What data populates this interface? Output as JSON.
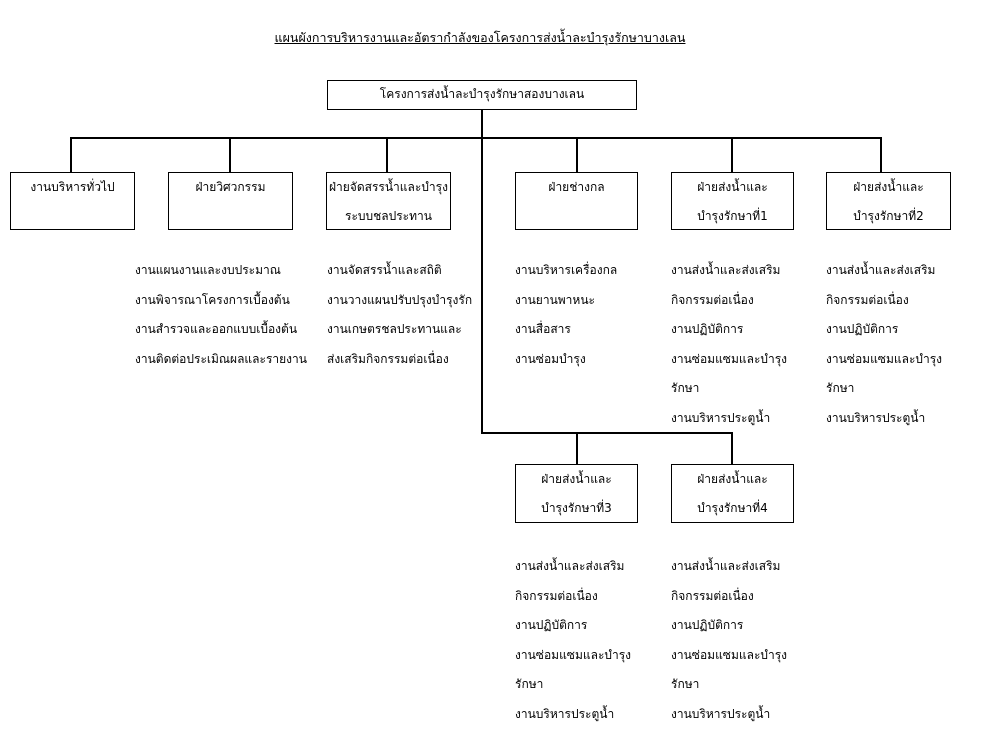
{
  "title": "แผนผังการบริหารงานและอัตรากำลังของโครงการส่งน้ำละบำรุงรักษาบางเลน",
  "root": "โครงการส่งน้ำละบำรุงรักษาสองบางเลน",
  "units": [
    {
      "name": [
        "งานบริหารทั่วไป"
      ],
      "tasks": []
    },
    {
      "name": [
        "ฝ่ายวิศวกรรม"
      ],
      "tasks": [
        "งานแผนงานและงบประมาณ",
        "งานพิจารณาโครงการเบื้องต้น",
        "งานสำรวจและออกแบบเบื้องต้น",
        "งานติดต่อประเมิณผลและรายงาน"
      ]
    },
    {
      "name": [
        "ฝ่ายจัดสรรน้ำและบำรุง",
        "ระบบชลประทาน"
      ],
      "tasks": [
        "งานจัดสรรน้ำและสถิติ",
        "งานวางแผนปรับปรุงบำรุงรัก",
        "งานเกษตรชลประทานและ",
        "ส่งเสริมกิจกรรมต่อเนื่อง"
      ]
    },
    {
      "name": [
        "ฝ่ายช่างกล"
      ],
      "tasks": [
        "งานบริหารเครื่องกล",
        "งานยานพาหนะ",
        "งานสื่อสาร",
        "งานซ่อมบำรุง"
      ]
    },
    {
      "name": [
        "ฝ่ายส่งน้ำและ",
        "บำรุงรักษาที่1"
      ],
      "tasks": [
        "งานส่งน้ำและส่งเสริม",
        "กิจกรรมต่อเนื่อง",
        "งานปฏิบัติการ",
        "งานซ่อมแซมและบำรุง",
        "รักษา",
        "งานบริหารประตูน้ำ"
      ]
    },
    {
      "name": [
        "ฝ่ายส่งน้ำและ",
        "บำรุงรักษาที่2"
      ],
      "tasks": [
        "งานส่งน้ำและส่งเสริม",
        "กิจกรรมต่อเนื่อง",
        "งานปฏิบัติการ",
        "งานซ่อมแซมและบำรุง",
        "รักษา",
        "งานบริหารประตูน้ำ"
      ]
    },
    {
      "name": [
        "ฝ่ายส่งน้ำและ",
        "บำรุงรักษาที่3"
      ],
      "tasks": [
        "งานส่งน้ำและส่งเสริม",
        "กิจกรรมต่อเนื่อง",
        "งานปฏิบัติการ",
        "งานซ่อมแซมและบำรุง",
        "รักษา",
        "งานบริหารประตูน้ำ"
      ]
    },
    {
      "name": [
        "ฝ่ายส่งน้ำและ",
        "บำรุงรักษาที่4"
      ],
      "tasks": [
        "งานส่งน้ำและส่งเสริม",
        "กิจกรรมต่อเนื่อง",
        "งานปฏิบัติการ",
        "งานซ่อมแซมและบำรุง",
        "รักษา",
        "งานบริหารประตูน้ำ"
      ]
    }
  ]
}
